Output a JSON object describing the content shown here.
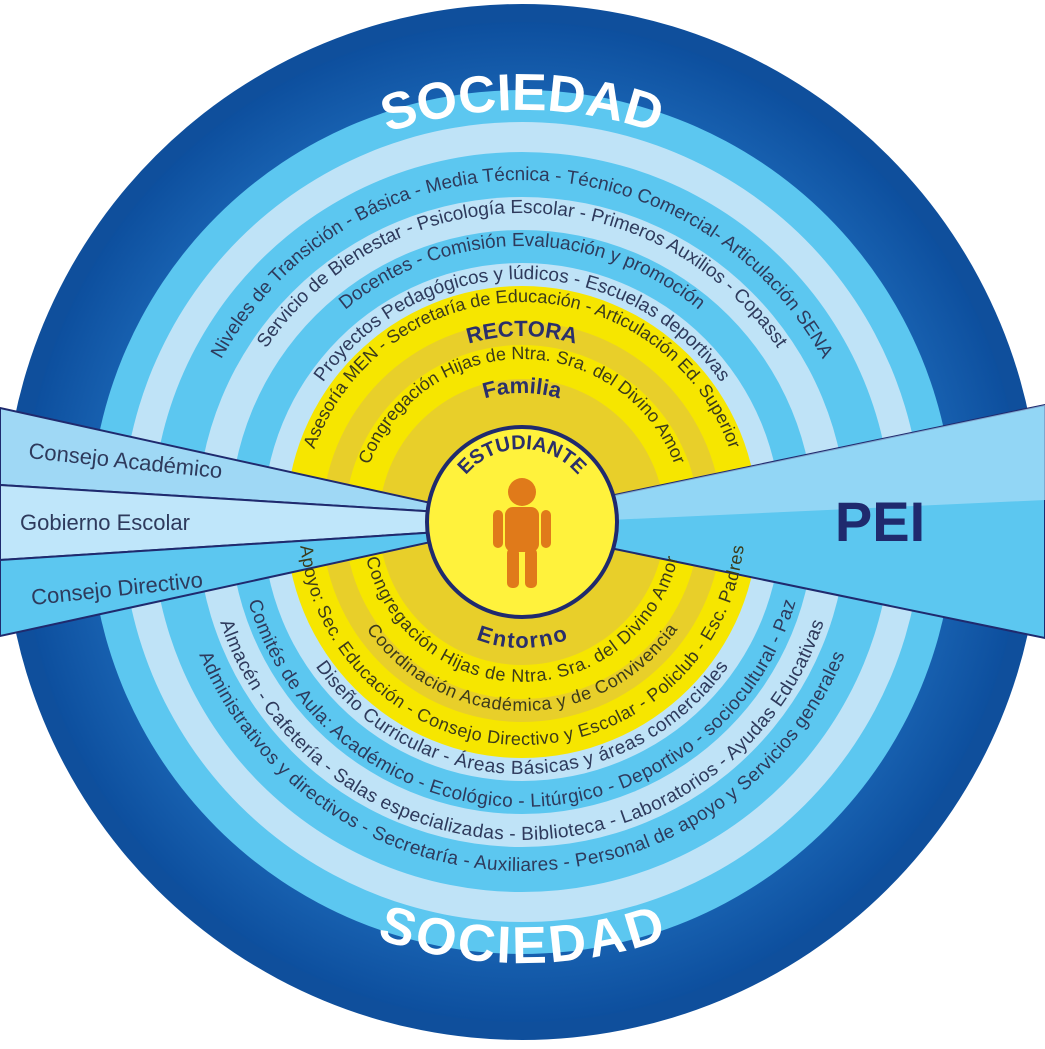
{
  "diagram": {
    "top_title": "SOCIEDAD",
    "bottom_title": "SOCIEDAD",
    "right_label": "PEI",
    "left_labels": [
      "Consejo Académico",
      "Gobierno Escolar",
      "Consejo Directivo"
    ],
    "upper_arcs": [
      "Niveles de Transición - Básica - Media Técnica - Técnico Comercial- Articulación SENA",
      "Servicio de Bienestar - Psicología Escolar - Primeros Auxilios - Copasst",
      "Docentes - Comisión Evaluación y promoción",
      "Proyectos Pedagógicos y lúdicos - Escuelas deportivas",
      "Asesoría MEN - Secretaría de Educación - Articulación Ed. Superior",
      "RECTORA",
      "Congregación Hijas de Ntra. Sra. del Divino Amor",
      "Familia",
      "ESTUDIANTE"
    ],
    "lower_arcs": [
      "Entorno",
      "Congregación Hijas de Ntra. Sra. del Divino Amor",
      "Coordinación Académica y de Convivencia",
      "Apoyo: Sec. Educación - Consejo Directivo y Escolar - Policlub - Esc. Padres",
      "Diseño Curricular - Áreas Básicas y áreas comerciales",
      "Comités de Aula: Académico - Ecológico - Litúrgico - Deportivo - sociocultural - Paz",
      "Almacén - Cafetería - Salas especializadas - Biblioteca - Laboratorios - Ayudas Educativas",
      "Administrativos y directivos - Secretaría - Auxiliares - Personal de apoyo y Servicios generales"
    ],
    "colors": {
      "outer_ring": "#1565b5",
      "ring_light": "#bfe3f7",
      "ring_mid": "#5cc7f0",
      "yellow_outer": "#f6e600",
      "yellow_mid": "#e8cf2a",
      "center_fill": "#fff23c",
      "figure": "#e07a1a",
      "navy": "#1f2a6e"
    },
    "figure_icon": "person-icon"
  }
}
